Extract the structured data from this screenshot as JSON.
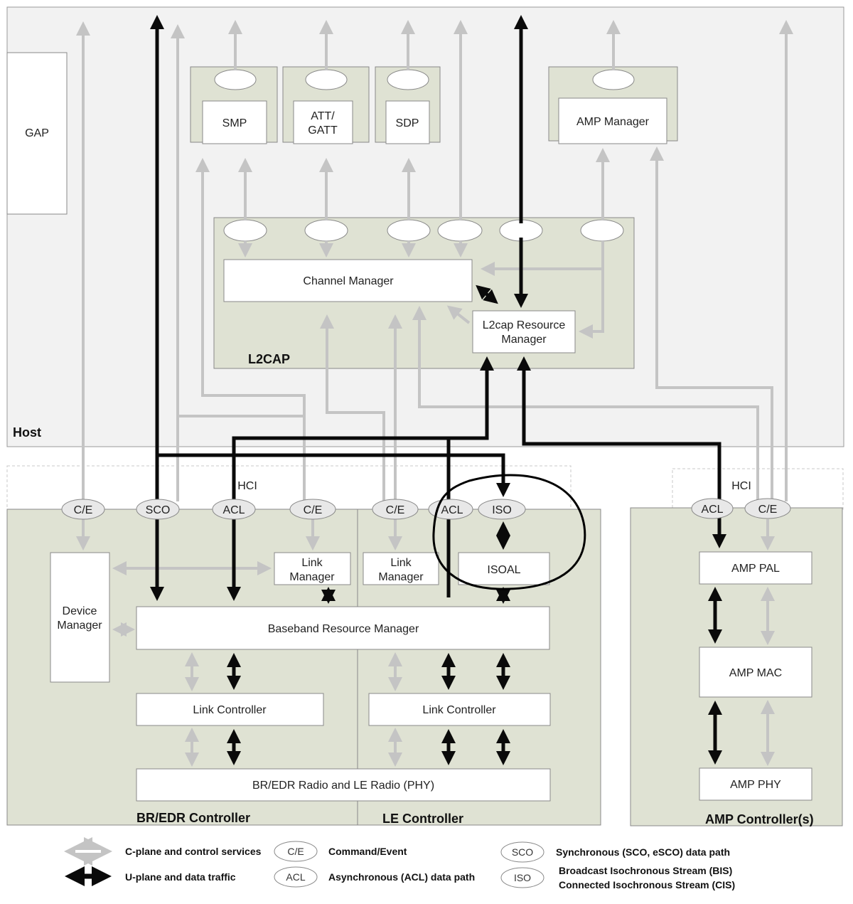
{
  "host": {
    "title": "Host",
    "gap": "GAP",
    "smp": "SMP",
    "att_1": "ATT/",
    "att_2": "GATT",
    "sdp": "SDP",
    "amp_manager": "AMP Manager",
    "l2cap": "L2CAP",
    "channel_manager": "Channel Manager",
    "resource_1": "L2cap Resource",
    "resource_2": "Manager"
  },
  "hci": {
    "left": "HCI",
    "right": "HCI"
  },
  "ports": {
    "bredr_ce": "C/E",
    "sco": "SCO",
    "bredr_acl": "ACL",
    "bredr_ce2": "C/E",
    "le_ce": "C/E",
    "le_acl": "ACL",
    "iso": "ISO",
    "amp_acl": "ACL",
    "amp_ce": "C/E"
  },
  "bredr": {
    "title": "BR/EDR Controller",
    "device_1": "Device",
    "device_2": "Manager",
    "link_manager_1": "Link",
    "link_manager_2": "Manager",
    "baseband": "Baseband Resource Manager",
    "link_controller": "Link Controller",
    "radio": "BR/EDR Radio and LE Radio (PHY)"
  },
  "le": {
    "title": "LE Controller",
    "link_manager_1": "Link",
    "link_manager_2": "Manager",
    "isoal": "ISOAL",
    "link_controller": "Link Controller"
  },
  "amp": {
    "title": "AMP Controller(s)",
    "pal": "AMP PAL",
    "mac": "AMP MAC",
    "phy": "AMP PHY"
  },
  "legend": {
    "cplane": "C-plane and control services",
    "uplane": "U-plane and data traffic",
    "ce_badge": "C/E",
    "ce_text": "Command/Event",
    "acl_badge": "ACL",
    "acl_text": "Asynchronous (ACL) data path",
    "sco_badge": "SCO",
    "sco_text": "Synchronous (SCO, eSCO) data path",
    "iso_badge": "ISO",
    "iso_text_1": "Broadcast Isochronous Stream (BIS)",
    "iso_text_2": "Connected Isochronous Stream (CIS)"
  },
  "colors": {
    "host_bg": "#f2f2f2",
    "controller_bg": "#dfe2d3",
    "control_arrow": "#c4c4c4",
    "data_arrow": "#0a0a0a",
    "highlight": "#000000"
  }
}
